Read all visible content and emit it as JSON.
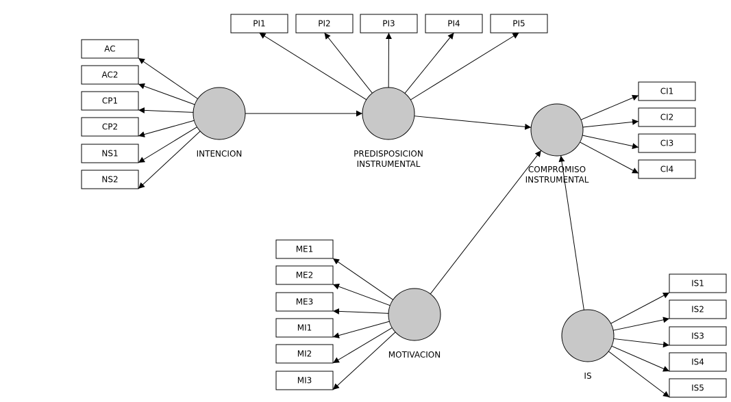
{
  "constructs": {
    "intencion": {
      "label": [
        "INTENCION"
      ]
    },
    "predisposicion": {
      "label": [
        "PREDISPOSICION",
        "INSTRUMENTAL"
      ]
    },
    "compromiso": {
      "label": [
        "COMPROMISO",
        "INSTRUMENTAL"
      ]
    },
    "motivacion": {
      "label": [
        "MOTIVACION"
      ]
    },
    "is": {
      "label": [
        "IS"
      ]
    }
  },
  "indicators": {
    "intencion": [
      "AC",
      "AC2",
      "CP1",
      "CP2",
      "NS1",
      "NS2"
    ],
    "predisposicion": [
      "PI1",
      "PI2",
      "PI3",
      "PI4",
      "PI5"
    ],
    "compromiso": [
      "CI1",
      "CI2",
      "CI3",
      "CI4"
    ],
    "motivacion": [
      "ME1",
      "ME2",
      "ME3",
      "MI1",
      "MI2",
      "MI3"
    ],
    "is": [
      "IS1",
      "IS2",
      "IS3",
      "IS4",
      "IS5"
    ]
  },
  "paths": [
    {
      "from": "intencion",
      "to": "predisposicion"
    },
    {
      "from": "predisposicion",
      "to": "compromiso"
    },
    {
      "from": "motivacion",
      "to": "compromiso"
    },
    {
      "from": "is",
      "to": "compromiso"
    }
  ]
}
